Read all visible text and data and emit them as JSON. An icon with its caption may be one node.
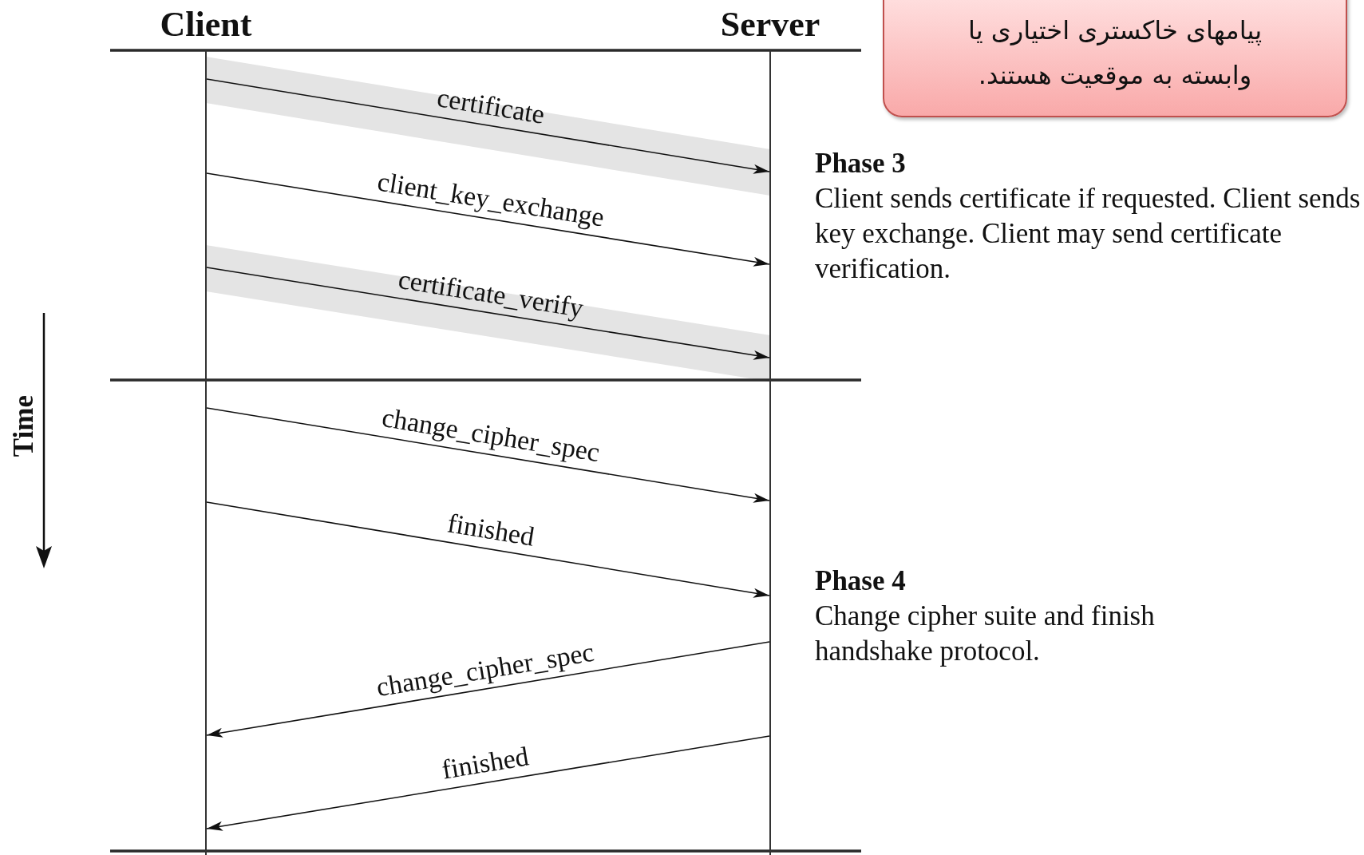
{
  "diagram": {
    "nodes": [
      {
        "text": [
          "Client"
        ]
      },
      {
        "text": [
          "Server"
        ]
      },
      {
        "text": [],
        "shape": "bar"
      },
      {
        "text": [],
        "shape": "bar"
      },
      {
        "text": [
          "پیامهای خاکستری اختیاری یا وابسته به موقعیت هستند."
        ]
      }
    ],
    "edges": [
      {
        "from": 2,
        "to": 3,
        "arrow": "to",
        "label": "certificate"
      },
      {
        "from": 2,
        "to": 3,
        "arrow": "to",
        "label": "client_key_exchange"
      },
      {
        "from": 2,
        "to": 3,
        "arrow": "to",
        "label": "certificate_verify"
      },
      {
        "from": 2,
        "to": 3,
        "arrow": "to",
        "label": "change_cipher_spec"
      },
      {
        "from": 2,
        "to": 3,
        "arrow": "to",
        "label": "finished"
      },
      {
        "from": 3,
        "to": 2,
        "arrow": "to",
        "label": "change_cipher_spec"
      },
      {
        "from": 3,
        "to": 2,
        "arrow": "to",
        "label": "finished"
      }
    ],
    "labels": [
      "Phase 3",
      "Client sends certificate if requested. Client sends key exchange. Client may send certificate verification.",
      "Phase 4",
      "Change cipher suite and finish handshake protocol.",
      "Time"
    ]
  }
}
